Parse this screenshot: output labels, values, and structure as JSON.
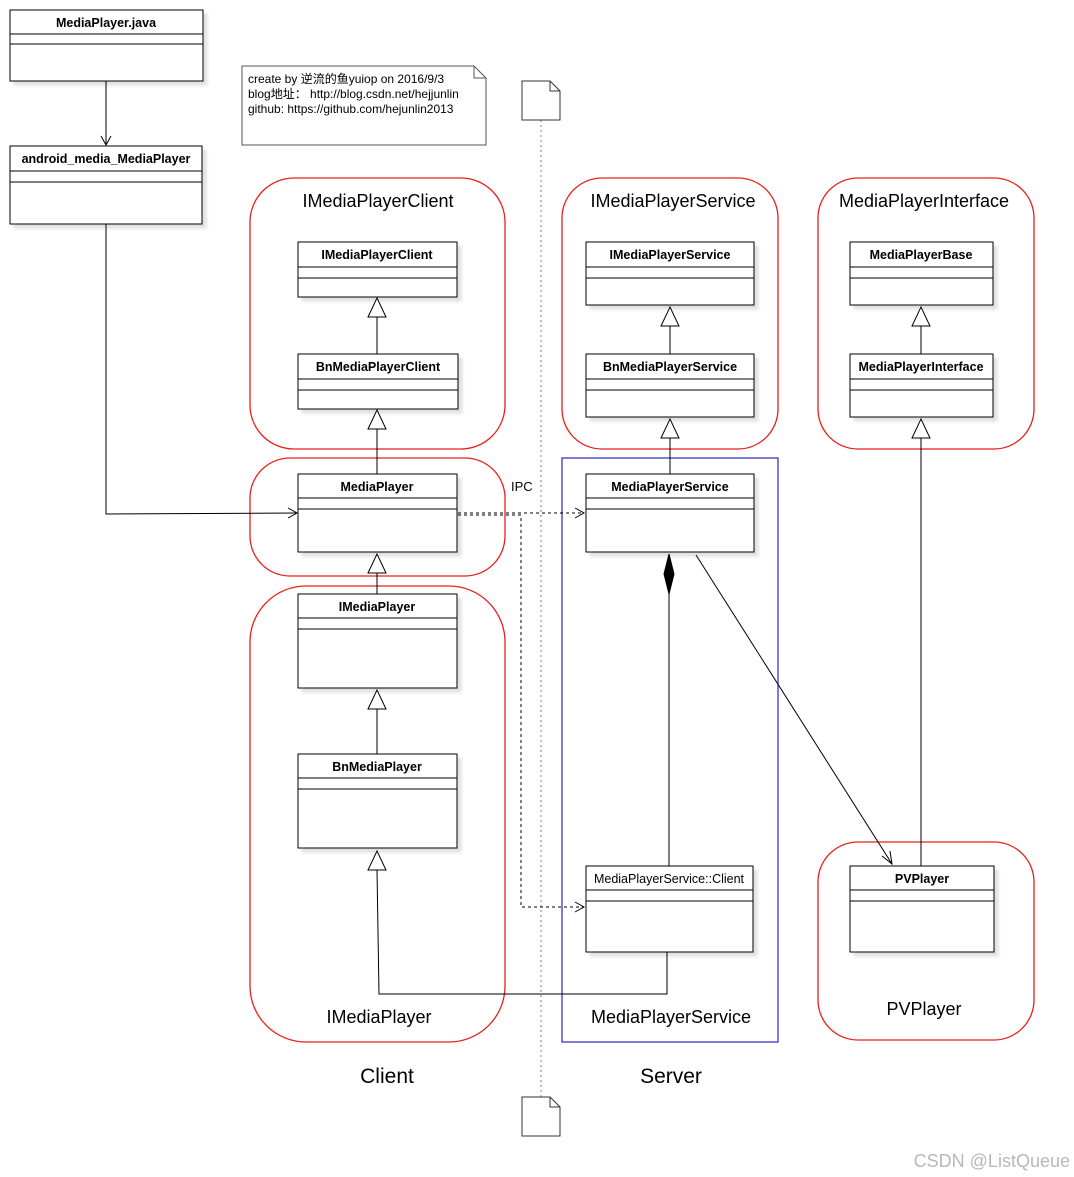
{
  "note": {
    "line1": "create by 逆流的鱼yuiop on 2016/9/3",
    "line2": "blog地址：  http://blog.csdn.net/hejjunlin",
    "line3": "github: https://github.com/hejunlin2013"
  },
  "classes": {
    "mediaplayer_java": "MediaPlayer.java",
    "android_media_mediaplayer": "android_media_MediaPlayer",
    "imediaplayerclient": "IMediaPlayerClient",
    "bnmediaplayerclient": "BnMediaPlayerClient",
    "mediaplayer": "MediaPlayer",
    "imediaplayer": "IMediaPlayer",
    "bnmediaplayer": "BnMediaPlayer",
    "imediaplayerservice": "IMediaPlayerService",
    "bnmediaplayerservice": "BnMediaPlayerService",
    "mediaplayerservice": "MediaPlayerService",
    "mediaplayerservice_client": "MediaPlayerService::Client",
    "mediaplayerbase": "MediaPlayerBase",
    "mediaplayerinterface": "MediaPlayerInterface",
    "pvplayer": "PVPlayer"
  },
  "groups": {
    "imediaplayerclient": "IMediaPlayerClient",
    "imediaplayerservice": "IMediaPlayerService",
    "mediaplayerinterface": "MediaPlayerInterface",
    "imediaplayer": "IMediaPlayer",
    "mediaplayerservice": "MediaPlayerService",
    "pvplayer": "PVPlayer"
  },
  "labels": {
    "ipc": "IPC",
    "client": "Client",
    "server": "Server"
  },
  "watermark": "CSDN @ListQueue",
  "colors": {
    "group_red": "#e8201a",
    "group_blue": "#3a35c8",
    "lifeline": "#7a9be0"
  }
}
